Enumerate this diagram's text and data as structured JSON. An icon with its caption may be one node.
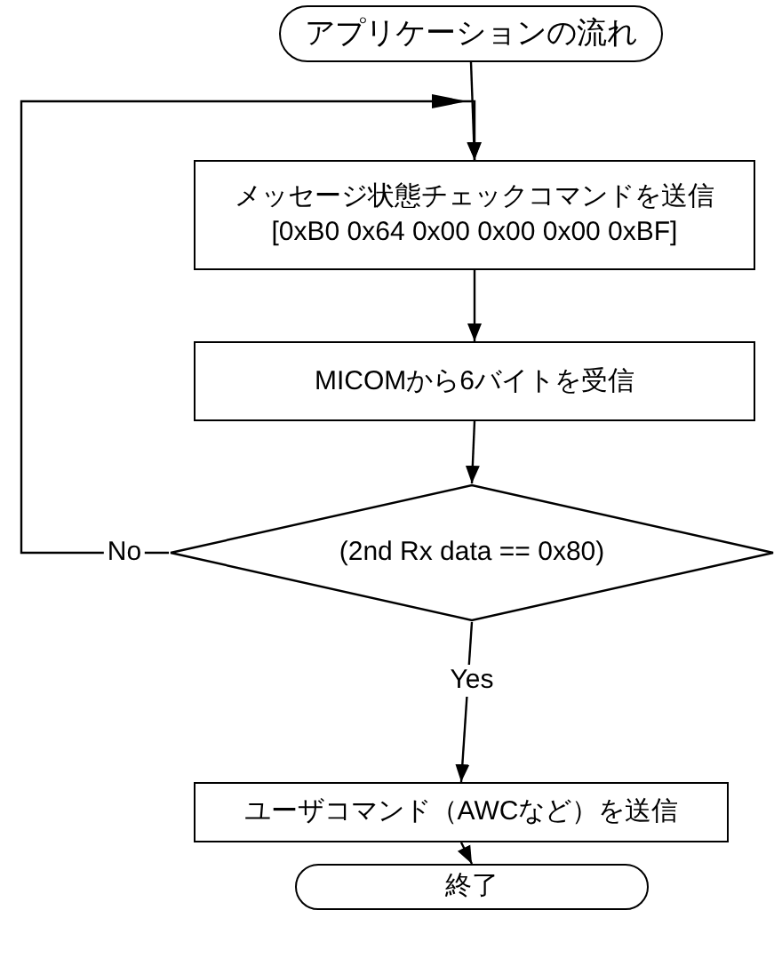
{
  "diagram": {
    "nodes": [
      {
        "text": [
          "アプリケーションの流れ"
        ]
      },
      {
        "text": [
          "メッセージ状態チェックコマンドを送信",
          "[0xB0 0x64 0x00 0x00 0x00 0xBF]"
        ]
      },
      {
        "text": [
          "MICOMから6バイトを受信"
        ]
      },
      {
        "text": [
          "(2nd Rx data == 0x80)"
        ]
      },
      {
        "text": [
          "ユーザコマンド（AWCなど）を送信"
        ]
      },
      {
        "text": [
          "終了"
        ]
      }
    ],
    "edges": [
      {
        "from": 0,
        "to": 1,
        "arrow": "to"
      },
      {
        "from": 1,
        "to": 2,
        "arrow": "to"
      },
      {
        "from": 2,
        "to": 3,
        "arrow": "to"
      },
      {
        "from": 3,
        "to": 4,
        "arrow": "to",
        "label": "Yes"
      },
      {
        "from": 4,
        "to": 5,
        "arrow": "to"
      },
      {
        "from": 3,
        "to": 1,
        "arrow": "to",
        "label": "No"
      }
    ]
  }
}
